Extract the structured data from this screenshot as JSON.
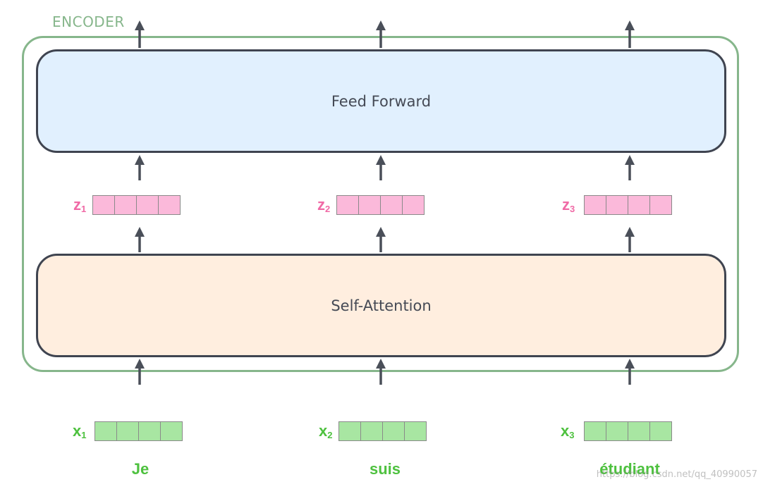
{
  "encoder": {
    "label": "ENCODER",
    "layers": {
      "feed_forward": "Feed Forward",
      "self_attention": "Self-Attention"
    }
  },
  "z_vectors": [
    {
      "name": "z",
      "index": "1"
    },
    {
      "name": "z",
      "index": "2"
    },
    {
      "name": "z",
      "index": "3"
    }
  ],
  "x_vectors": [
    {
      "name": "x",
      "index": "1"
    },
    {
      "name": "x",
      "index": "2"
    },
    {
      "name": "x",
      "index": "3"
    }
  ],
  "words": [
    "Je",
    "suis",
    "étudiant"
  ],
  "watermark": "https://blog.csdn.net/qq_40990057",
  "colors": {
    "encoder_border": "#86b68b",
    "feed_forward_fill": "#e1f0fe",
    "self_attention_fill": "#ffeedf",
    "z_cell": "#fbb9da",
    "x_cell": "#a8e6a2",
    "z_label": "#f06aa6",
    "x_label": "#4ec13f",
    "arrow": "#4a4f59"
  }
}
